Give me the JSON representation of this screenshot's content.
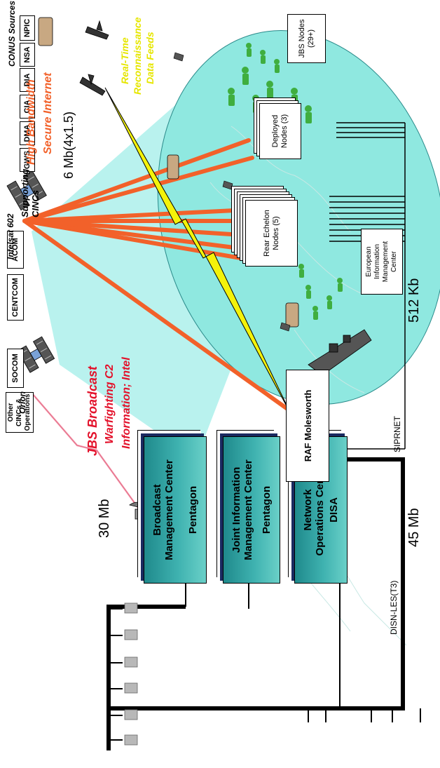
{
  "conus": {
    "title": "CONUS Sources",
    "sources": [
      "NPIC",
      "NSA",
      "DIA",
      "CIA",
      "DMA",
      "GWS"
    ],
    "supporting_title": "Supporting CINCs",
    "cincs": [
      "ACOM",
      "CENTCOM",
      "SOCOM",
      "Other CINCs & Operations"
    ]
  },
  "centers": {
    "bmc": {
      "line1": "Broadcast",
      "line2": "Management Center",
      "line3": "Pentagon"
    },
    "jimc": {
      "line1": "Joint Information",
      "line2": "Management Center",
      "line3": "Pentagon"
    },
    "noc": {
      "line1": "Network",
      "line2": "Operations Center",
      "line3": "DISA"
    }
  },
  "links": {
    "bw_30": "30 Mb",
    "bw_45": "45 Mb",
    "bw_512": "512 Kb",
    "bw_6": "6 Mb(4x1.5)",
    "disn": "DISN-LES(T3)",
    "siprnet": "SIPRNET"
  },
  "satellites": {
    "orion": "Orion",
    "intelsat": "Intelsat 602"
  },
  "broadcast": {
    "line1": "JBS Broadcast",
    "line2": "Warfighting C2",
    "line3": "Information; Intel"
  },
  "internet": {
    "line1": "High Bandwidth",
    "line2": "Secure Internet"
  },
  "recon": {
    "line1": "Real-Time",
    "line2": "Reconnaissance",
    "line3": "Data Feeds"
  },
  "theater": {
    "raf": "RAF Molesworth",
    "rear": "Rear Echelon Nodes (5)",
    "deployed": "Deployed Nodes (3)",
    "jbs_nodes": "JBS Nodes (29+)",
    "eimc": "European Information Management Center"
  },
  "colors": {
    "orange": "#f2612a",
    "red": "#e3122b",
    "yellow": "#f4f20a",
    "teal": "#3fb2b0",
    "ellipse": "#8fe8e0",
    "cone": "#b9f2ee",
    "green": "#3fae3f",
    "navy": "#1a2a60"
  }
}
